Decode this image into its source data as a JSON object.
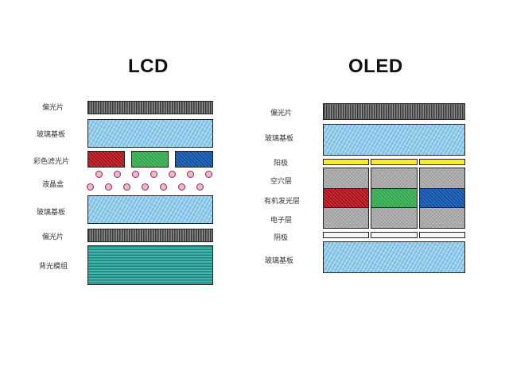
{
  "lcd": {
    "title": "LCD",
    "layers": [
      {
        "label": "偏光片"
      },
      {
        "label": "玻璃基板"
      },
      {
        "label": "彩色滤光片"
      },
      {
        "label": "液晶盒"
      },
      {
        "label": "玻璃基板"
      },
      {
        "label": "偏光片"
      },
      {
        "label": "背光模组"
      }
    ]
  },
  "oled": {
    "title": "OLED",
    "layers": [
      {
        "label": "偏光片"
      },
      {
        "label": "玻璃基板"
      },
      {
        "label": "阳极"
      },
      {
        "label": "空穴层"
      },
      {
        "label": "有机发光层"
      },
      {
        "label": "电子层"
      },
      {
        "label": "阴极"
      },
      {
        "label": "玻璃基板"
      }
    ]
  },
  "colors": {
    "red": "#b00e17",
    "green": "#2fa84a",
    "blue": "#0b4fa8",
    "anode": "#f7ea2a",
    "glass": "#87c7ea",
    "backlight": "#2a9a92",
    "bead": "#f2b6d0"
  }
}
